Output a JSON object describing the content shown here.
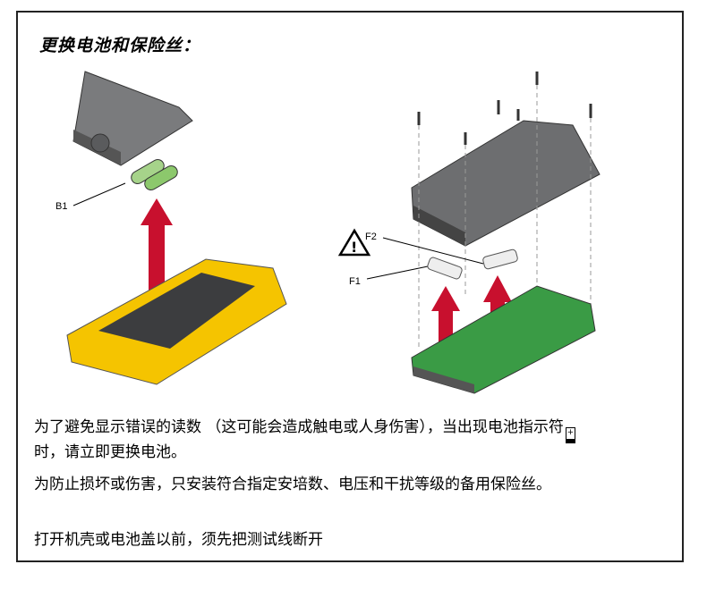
{
  "title": "更换电池和保险丝：",
  "labels": {
    "b1": "B1",
    "f1": "F1",
    "f2": "F2"
  },
  "paragraphs": {
    "p1_a": "为了避免显示错误的读数 （这可能会造成触电或人身伤害），当出现电池指示符",
    "battery_plus": "+",
    "p1_b": "时，请立即更换电池。",
    "p2": "为防止损坏或伤害，只安装符合指定安培数、电压和干扰等级的备用保险丝。",
    "p3": "打开机壳或电池盖以前，须先把测试线断开"
  },
  "colors": {
    "yellow": "#f5c400",
    "red": "#c8102e",
    "gray": "#6d6e70",
    "green": "#3a9b45"
  }
}
